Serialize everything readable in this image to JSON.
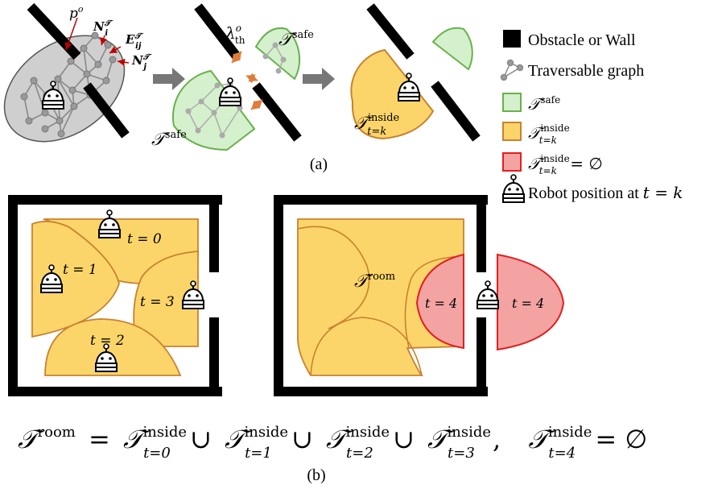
{
  "panel_a": {
    "caption": "(a)",
    "labels": {
      "p_o": "p",
      "p_o_sup": "o",
      "N_i": "N",
      "N_i_sub": "i",
      "N_sup": "𝒯",
      "E_ij": "E",
      "E_ij_sub": "ij",
      "E_sup": "𝒯",
      "N_j": "N",
      "N_j_sub": "j",
      "lambda": "λ",
      "lambda_sub": "th",
      "lambda_sup": "o",
      "T_safe_top": "𝒯",
      "T_safe_sup": "safe",
      "T_safe_bottom": "𝒯",
      "T_inside": "𝒯",
      "T_inside_sup": "inside",
      "T_inside_sub": "t=k"
    }
  },
  "legend": {
    "items": [
      {
        "id": "obstacle",
        "text": "Obstacle or Wall"
      },
      {
        "id": "graph",
        "text": "Traversable graph"
      },
      {
        "id": "safe",
        "main": "𝒯",
        "sup": "safe",
        "color": "#d4f0cc",
        "stroke": "#6ab04c"
      },
      {
        "id": "inside",
        "main": "𝒯",
        "sup": "inside",
        "sub": "t=k",
        "color": "#fcd56a",
        "stroke": "#c8822f"
      },
      {
        "id": "empty",
        "main": "𝒯",
        "sup": "inside",
        "sub": "t=k",
        "suffix": " = ∅",
        "color": "#f4a3a3",
        "stroke": "#e02020"
      },
      {
        "id": "robot",
        "text": "Robot position at ",
        "math": "t = k"
      }
    ]
  },
  "panel_b": {
    "caption": "(b)",
    "time_labels": [
      "t = 0",
      "t = 1",
      "t = 2",
      "t = 3",
      "t = 4",
      "t = 4"
    ],
    "room_label": "𝒯",
    "room_sup": "room",
    "equation": {
      "lhs": "𝒯",
      "lhs_sup": "room",
      "terms": [
        {
          "main": "𝒯",
          "sup": "inside",
          "sub": "t=0"
        },
        {
          "main": "𝒯",
          "sup": "inside",
          "sub": "t=1"
        },
        {
          "main": "𝒯",
          "sup": "inside",
          "sub": "t=2"
        },
        {
          "main": "𝒯",
          "sup": "inside",
          "sub": "t=3"
        }
      ],
      "union": "∪",
      "eq": "=",
      "comma": ",",
      "rhs_main": "𝒯",
      "rhs_sup": "inside",
      "rhs_sub": "t=4",
      "empty": "= ∅"
    }
  },
  "colors": {
    "obstacle": "#000000",
    "graph_fill": "#cfcfcf",
    "graph_node": "#9a9a9a",
    "safe_fill": "#d4f0cc",
    "safe_stroke": "#6ab04c",
    "inside_fill": "#fcd56a",
    "inside_stroke": "#c8822f",
    "empty_fill": "#f4a3a3",
    "empty_stroke": "#e02020",
    "arrow": "#777777",
    "dist_arrow": "#e07b39",
    "pointer": "#c00000"
  },
  "icons": [
    "robot-icon",
    "arrow-right-icon",
    "graph-icon"
  ]
}
